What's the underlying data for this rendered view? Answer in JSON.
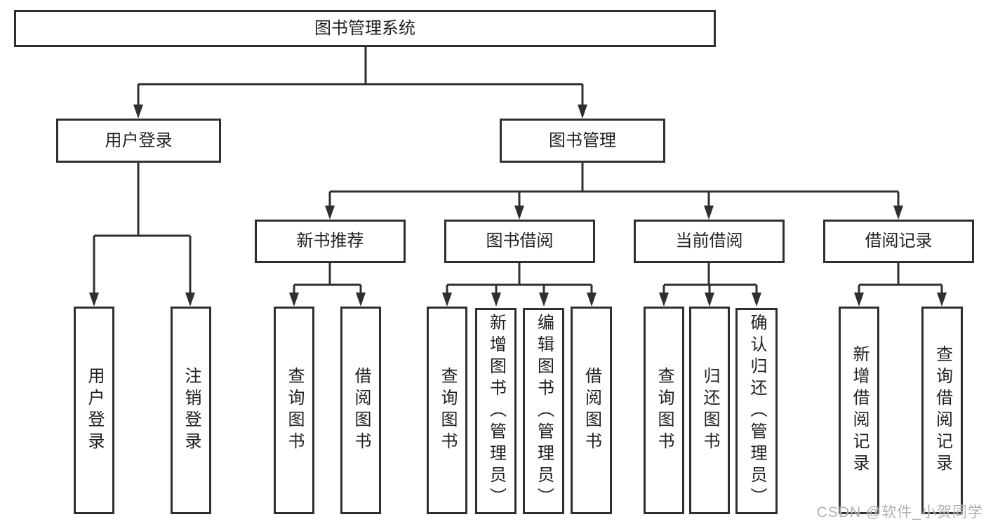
{
  "colors": {
    "line": "#2f2f2f",
    "box_border": "#2f2f2f",
    "text": "#1f1f1f",
    "background": "#ffffff",
    "watermark": "#a8a8a8"
  },
  "tree": {
    "label": "图书管理系统",
    "children": [
      {
        "label": "用户登录",
        "children": [
          {
            "label": "用户登录"
          },
          {
            "label": "注销登录"
          }
        ]
      },
      {
        "label": "图书管理",
        "children": [
          {
            "label": "新书推荐",
            "children": [
              {
                "label": "查询图书"
              },
              {
                "label": "借阅图书"
              }
            ]
          },
          {
            "label": "图书借阅",
            "children": [
              {
                "label": "查询图书"
              },
              {
                "label": "新增图书（管理员）"
              },
              {
                "label": "编辑图书（管理员）"
              },
              {
                "label": "借阅图书"
              }
            ]
          },
          {
            "label": "当前借阅",
            "children": [
              {
                "label": "查询图书"
              },
              {
                "label": "归还图书"
              },
              {
                "label": "确认归还（管理员）"
              }
            ]
          },
          {
            "label": "借阅记录",
            "children": [
              {
                "label": "新增借阅记录"
              },
              {
                "label": "查询借阅记录"
              }
            ]
          }
        ]
      }
    ]
  },
  "watermark": {
    "text": "CSDN @软件_小贺同学"
  }
}
